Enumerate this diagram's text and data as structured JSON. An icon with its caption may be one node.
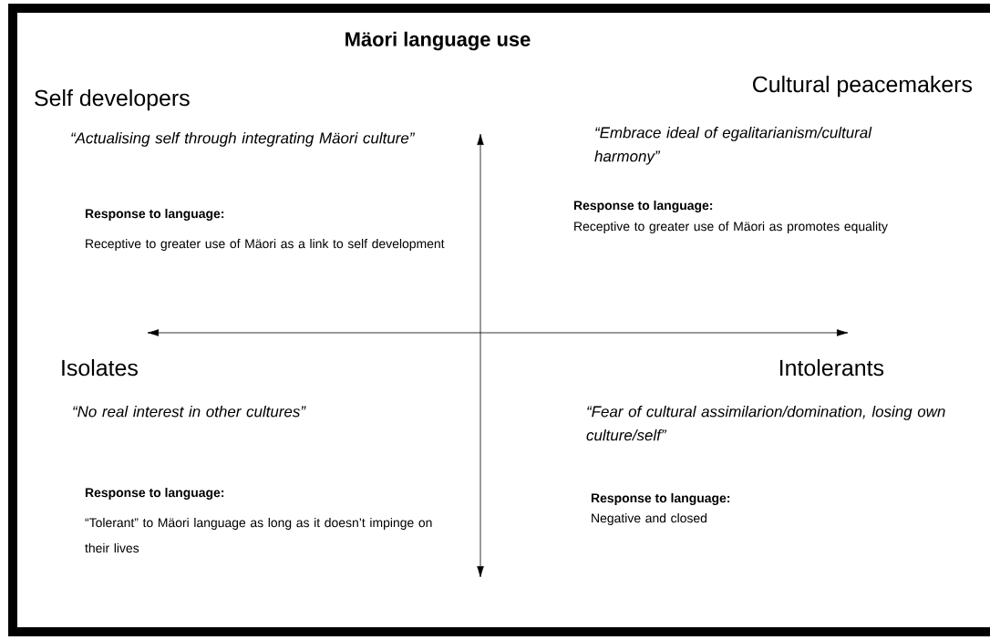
{
  "diagram": {
    "title": "Mäori language use",
    "labels": [
      "Self developers",
      "“Actualising self through integrating Mäori culture”",
      "Response to language:",
      "Receptive to greater use of Mäori as a link to self development",
      "Cultural peacemakers",
      "“Embrace ideal of egalitarianism/cultural harmony”",
      "Response to language:",
      "Receptive to greater use of Mäori as promotes equality",
      "Isolates",
      "“No real interest in other cultures”",
      "Response to language:",
      "“Tolerant” to Mäori language as long as it doesn’t impinge on their lives",
      "Intolerants",
      "“Fear of cultural assimilarion/domination, losing own culture/self”",
      "Response to language:",
      "Negative and closed"
    ]
  }
}
